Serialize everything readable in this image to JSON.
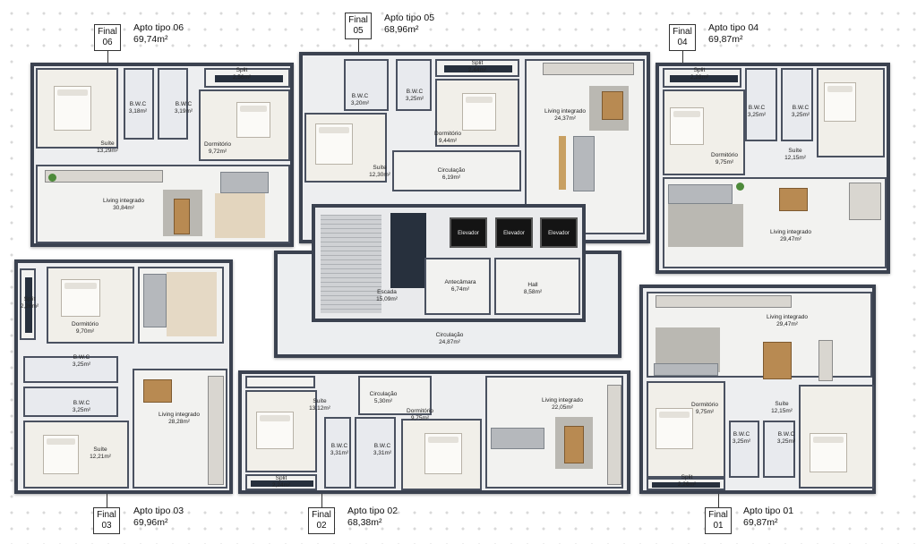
{
  "units": {
    "u06": {
      "final_label": "Final",
      "final_number": "06",
      "title": "Apto tipo 06",
      "area": "69,74m²",
      "rooms": {
        "suite": {
          "name": "Suíte",
          "area": "13,29m²"
        },
        "bwc1": {
          "name": "B.W.C",
          "area": "3,18m²"
        },
        "bwc2": {
          "name": "B.W.C",
          "area": "3,19m²"
        },
        "split": {
          "name": "Split",
          "area": "2,56m²"
        },
        "dorm": {
          "name": "Dormitório",
          "area": "9,72m²"
        },
        "living": {
          "name": "Living integrado",
          "area": "30,84m²"
        }
      }
    },
    "u05": {
      "final_label": "Final",
      "final_number": "05",
      "title": "Apto tipo 05",
      "area": "68,96m²",
      "rooms": {
        "bwc1": {
          "name": "B.W.C",
          "area": "3,20m²"
        },
        "bwc2": {
          "name": "B.W.C",
          "area": "3,25m²"
        },
        "split": {
          "name": "Split",
          "area": "2,44m²"
        },
        "dorm": {
          "name": "Dormitório",
          "area": "9,44m²"
        },
        "suite": {
          "name": "Suíte",
          "area": "12,30m²"
        },
        "circ": {
          "name": "Circulação",
          "area": "6,19m²"
        },
        "living": {
          "name": "Living integrado",
          "area": "24,37m²"
        }
      }
    },
    "u04": {
      "final_label": "Final",
      "final_number": "04",
      "title": "Apto tipo 04",
      "area": "69,87m²",
      "rooms": {
        "split": {
          "name": "Split",
          "area": "2,28m²"
        },
        "bwc1": {
          "name": "B.W.C",
          "area": "3,25m²"
        },
        "bwc2": {
          "name": "B.W.C",
          "area": "3,25m²"
        },
        "dorm": {
          "name": "Dormitório",
          "area": "9,75m²"
        },
        "suite": {
          "name": "Suíte",
          "area": "12,15m²"
        },
        "living": {
          "name": "Living integrado",
          "area": "29,47m²"
        }
      }
    },
    "u03": {
      "final_label": "Final",
      "final_number": "03",
      "title": "Apto tipo 03",
      "area": "69,96m²",
      "rooms": {
        "split": {
          "name": "Split",
          "area": "2,26m²"
        },
        "dorm": {
          "name": "Dormitório",
          "area": "9,70m²"
        },
        "bwc1": {
          "name": "B.W.C",
          "area": "3,25m²"
        },
        "bwc2": {
          "name": "B.W.C",
          "area": "3,25m²"
        },
        "suite": {
          "name": "Suíte",
          "area": "12,21m²"
        },
        "living": {
          "name": "Living integrado",
          "area": "28,28m²"
        }
      }
    },
    "u02": {
      "final_label": "Final",
      "final_number": "02",
      "title": "Apto tipo 02",
      "area": "68,38m²",
      "rooms": {
        "suite": {
          "name": "Suíte",
          "area": "13,12m²"
        },
        "circ": {
          "name": "Circulação",
          "area": "5,30m²"
        },
        "dorm": {
          "name": "Dormitório",
          "area": "9,75m²"
        },
        "living": {
          "name": "Living integrado",
          "area": "22,05m²"
        },
        "bwc1": {
          "name": "B.W.C",
          "area": "3,31m²"
        },
        "bwc2": {
          "name": "B.W.C",
          "area": "3,31m²"
        },
        "split": {
          "name": "Split",
          "area": "2,24m²"
        }
      }
    },
    "u01": {
      "final_label": "Final",
      "final_number": "01",
      "title": "Apto tipo 01",
      "area": "69,87m²",
      "rooms": {
        "living": {
          "name": "Living integrado",
          "area": "29,47m²"
        },
        "dorm": {
          "name": "Dormitório",
          "area": "9,75m²"
        },
        "suite": {
          "name": "Suíte",
          "area": "12,15m²"
        },
        "bwc1": {
          "name": "B.W.C",
          "area": "3,25m²"
        },
        "bwc2": {
          "name": "B.W.C",
          "area": "3,25m²"
        },
        "split": {
          "name": "Split",
          "area": "2,26m²"
        }
      }
    }
  },
  "core": {
    "elevators": [
      "Elevador",
      "Elevador",
      "Elevador"
    ],
    "escada": {
      "name": "Escada",
      "area": "15,09m²"
    },
    "antecamara": {
      "name": "Antecâmara",
      "area": "6,74m²"
    },
    "hall": {
      "name": "Hall",
      "area": "8,58m²"
    },
    "circulacao": {
      "name": "Circulação",
      "area": "24,87m²"
    }
  }
}
